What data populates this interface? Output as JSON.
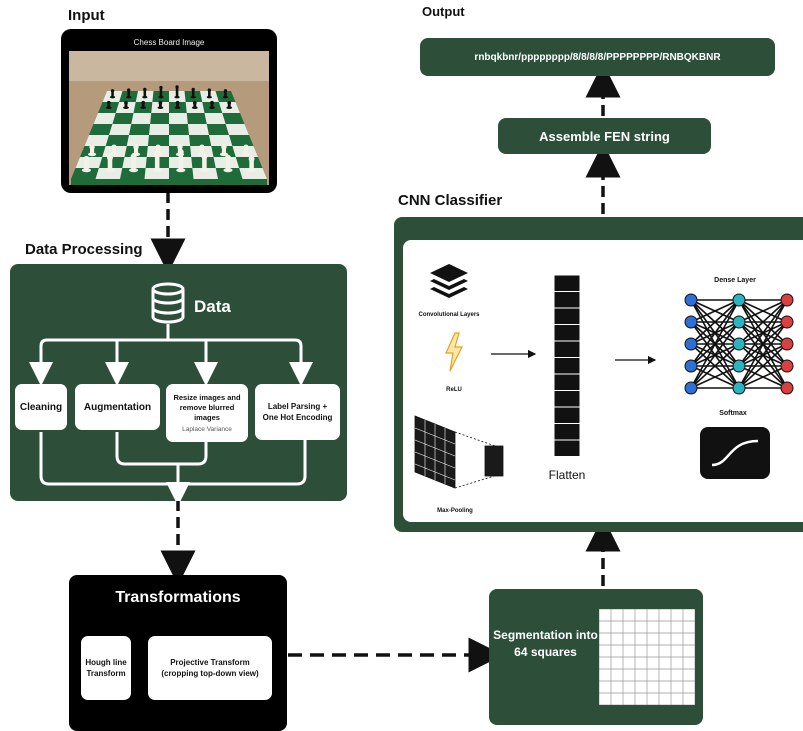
{
  "input": {
    "heading": "Input",
    "image_caption": "Chess Board Image"
  },
  "data_processing": {
    "heading": "Data Processing",
    "data_label": "Data",
    "steps": {
      "cleaning": "Cleaning",
      "augmentation": "Augmentation",
      "resize": "Resize images and remove blurred images",
      "resize_sub": "Laplace Variance",
      "label_parsing": "Label Parsing + One Hot Encoding"
    }
  },
  "transformations": {
    "heading": "Transformations",
    "hough": "Hough line Transform",
    "projective": "Projective Transform (cropping top-down view)"
  },
  "segmentation": {
    "label": "Segmentation into 64 squares"
  },
  "cnn": {
    "heading": "CNN Classifier",
    "conv_layers": "Convolutional Layers",
    "relu": "ReLU",
    "max_pooling": "Max-Pooling",
    "flatten": "Flatten",
    "dense_layer": "Dense Layer",
    "softmax": "Softmax"
  },
  "assemble": {
    "label": "Assemble FEN string"
  },
  "output": {
    "heading": "Output",
    "fen": "rnbqkbnr/pppppppp/8/8/8/8/PPPPPPPP/RNBQKBNR"
  },
  "colors": {
    "green": "#2d4f3a",
    "black": "#000000",
    "white": "#ffffff"
  }
}
